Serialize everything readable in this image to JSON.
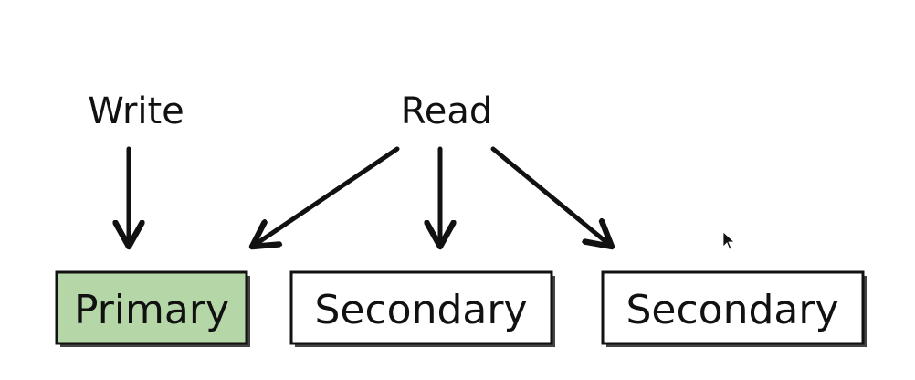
{
  "diagram": {
    "labels": {
      "write": "Write",
      "read": "Read"
    },
    "nodes": [
      {
        "id": "primary",
        "label": "Primary",
        "fill": "#b5d7a8"
      },
      {
        "id": "secondary-1",
        "label": "Secondary",
        "fill": "#ffffff"
      },
      {
        "id": "secondary-2",
        "label": "Secondary",
        "fill": "#ffffff"
      }
    ],
    "edges": [
      {
        "from": "Write",
        "to": "primary"
      },
      {
        "from": "Read",
        "to": "primary"
      },
      {
        "from": "Read",
        "to": "secondary-1"
      },
      {
        "from": "Read",
        "to": "secondary-2"
      }
    ]
  },
  "cursor": {
    "icon": "mouse-pointer-icon"
  }
}
